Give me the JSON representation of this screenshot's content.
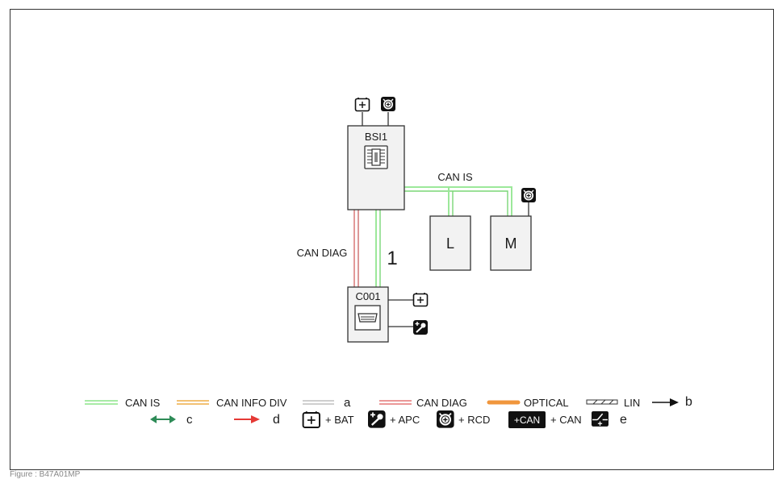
{
  "diagram": {
    "modules": {
      "bsi": {
        "name": "BSI1"
      },
      "diag_socket": {
        "name": "C001"
      },
      "l": {
        "name": "L"
      },
      "m": {
        "name": "M"
      }
    },
    "bus_labels": {
      "can_is": "CAN IS",
      "can_diag": "CAN DIAG",
      "link_number": "1"
    }
  },
  "legend": {
    "row1": [
      {
        "key": "can-is",
        "label": "CAN IS",
        "color": "#8ee58a"
      },
      {
        "key": "can-info-div",
        "label": "CAN INFO DIV",
        "color": "#f0b860"
      },
      {
        "key": "generic",
        "label": "a",
        "color": "#c8c8c8"
      },
      {
        "key": "can-diag",
        "label": "CAN DIAG",
        "color": "#e88a8a"
      },
      {
        "key": "optical",
        "label": "OPTICAL",
        "color": "#f0963c"
      },
      {
        "key": "lin",
        "label": "LIN"
      },
      {
        "key": "arrow",
        "label": "b"
      }
    ],
    "row2": [
      {
        "key": "bidirectional",
        "label": "c",
        "color": "#2e8b57"
      },
      {
        "key": "red-arrow",
        "label": "d",
        "color": "#e53935"
      },
      {
        "key": "bat",
        "label": "+ BAT"
      },
      {
        "key": "apc",
        "label": "+ APC"
      },
      {
        "key": "rcd",
        "label": "+ RCD"
      },
      {
        "key": "can",
        "badge": "+CAN",
        "label": "+ CAN"
      },
      {
        "key": "e",
        "label": "e"
      }
    ]
  },
  "caption": "Figure : B47A01MP"
}
